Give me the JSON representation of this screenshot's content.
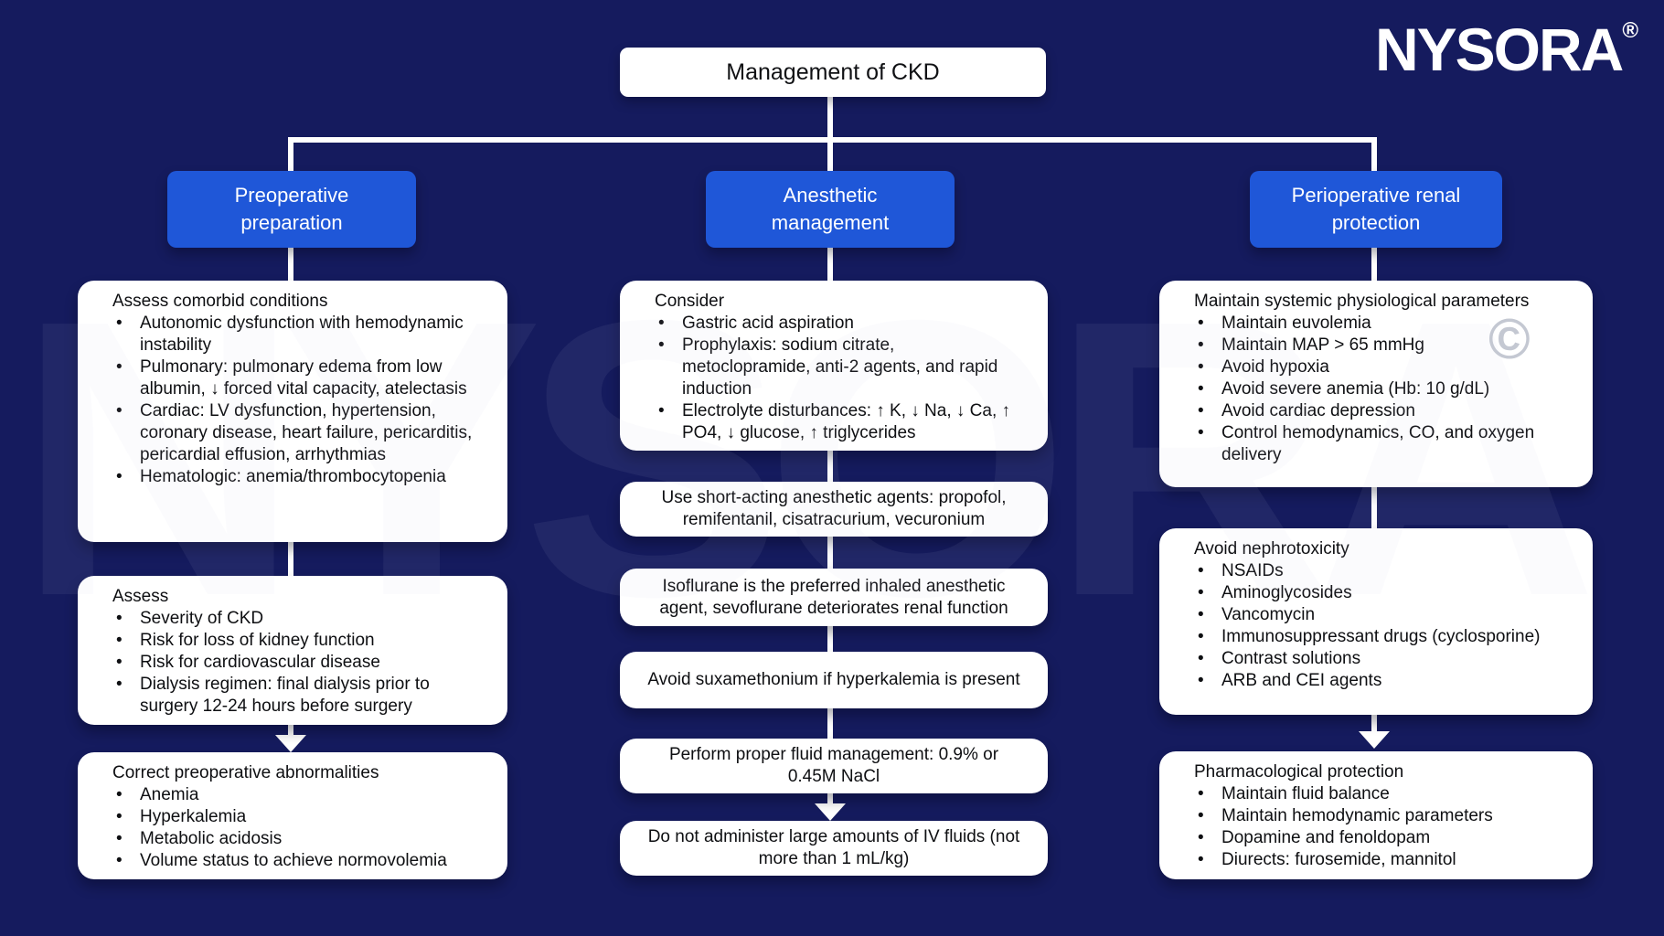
{
  "title": "Management of CKD",
  "logo": {
    "text": "NYSORA",
    "registered": "®"
  },
  "watermark": {
    "text": "NYSORA",
    "copyright": "©"
  },
  "colors": {
    "background": "#151b5e",
    "header_blue": "#1f57d8",
    "box_white": "#ffffff",
    "connector_white": "#ffffff",
    "text_dark": "#0e0f12"
  },
  "columns": [
    {
      "header": "Preoperative preparation",
      "boxes": [
        {
          "heading": "Assess comorbid conditions",
          "bullets": [
            "Autonomic dysfunction with hemodynamic instability",
            "Pulmonary: pulmonary edema from low albumin, ↓ forced vital capacity, atelectasis",
            "Cardiac: LV dysfunction, hypertension, coronary disease, heart failure, pericarditis, pericardial effusion, arrhythmias",
            "Hematologic: anemia/thrombocytopenia"
          ]
        },
        {
          "heading": "Assess",
          "bullets": [
            "Severity of CKD",
            "Risk for loss of kidney function",
            "Risk for cardiovascular disease",
            "Dialysis regimen: final dialysis prior to surgery 12-24 hours before surgery"
          ]
        },
        {
          "heading": "Correct preoperative abnormalities",
          "bullets": [
            "Anemia",
            "Hyperkalemia",
            "Metabolic acidosis",
            "Volume status to achieve normovolemia"
          ]
        }
      ]
    },
    {
      "header": "Anesthetic management",
      "boxes": [
        {
          "heading": "Consider",
          "bullets": [
            "Gastric acid aspiration",
            "Prophylaxis: sodium citrate, metoclopramide, anti-2 agents, and rapid induction",
            "Electrolyte disturbances: ↑ K, ↓ Na, ↓ Ca, ↑ PO4, ↓ glucose, ↑ triglycerides"
          ]
        },
        {
          "text": "Use short-acting anesthetic agents: propofol, remifentanil, cisatracurium, vecuronium"
        },
        {
          "text": "Isoflurane is the preferred inhaled anesthetic agent, sevoflurane deteriorates renal function"
        },
        {
          "text": "Avoid suxamethonium if hyperkalemia is present"
        },
        {
          "text": "Perform proper fluid management: 0.9% or 0.45M NaCl"
        },
        {
          "text": "Do not administer large amounts of IV fluids (not more than 1 mL/kg)"
        }
      ]
    },
    {
      "header": "Perioperative renal protection",
      "boxes": [
        {
          "heading": "Maintain systemic physiological parameters",
          "bullets": [
            "Maintain euvolemia",
            "Maintain MAP > 65 mmHg",
            "Avoid hypoxia",
            "Avoid severe anemia (Hb: 10 g/dL)",
            "Avoid cardiac depression",
            "Control hemodynamics, CO, and oxygen delivery"
          ]
        },
        {
          "heading": "Avoid nephrotoxicity",
          "bullets": [
            "NSAIDs",
            "Aminoglycosides",
            "Vancomycin",
            "Immunosuppressant drugs (cyclosporine)",
            "Contrast solutions",
            "ARB and CEI agents"
          ]
        },
        {
          "heading": "Pharmacological protection",
          "bullets": [
            "Maintain fluid balance",
            "Maintain hemodynamic parameters",
            "Dopamine and fenoldopam",
            "Diurects: furosemide, mannitol"
          ]
        }
      ]
    }
  ]
}
